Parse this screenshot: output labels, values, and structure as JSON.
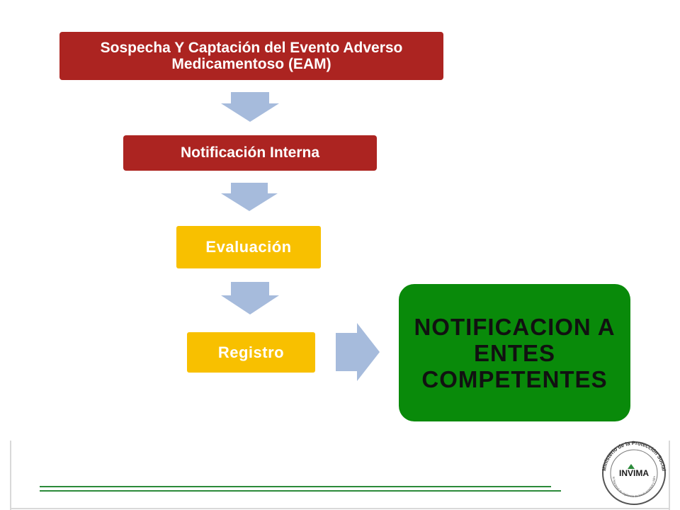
{
  "steps": {
    "s1": "Sospecha Y Captación del Evento Adverso Medicamentoso (EAM)",
    "s2": "Notificación Interna",
    "s3": "Evaluación",
    "s4": "Registro"
  },
  "result": "NOTIFICACION A ENTES COMPETENTES",
  "logo": {
    "brand": "INVIMA",
    "ring_text": "Ministerio de la Protección Social",
    "inner_text": "Instituto Nacional de Vigilancia de Medicamentos y Alimentos"
  },
  "colors": {
    "red_box": "#ac2421",
    "yellow_box": "#f8c000",
    "green_box": "#098a0a",
    "arrow": "#a6bbdc",
    "rule": "#2b8a3a"
  }
}
